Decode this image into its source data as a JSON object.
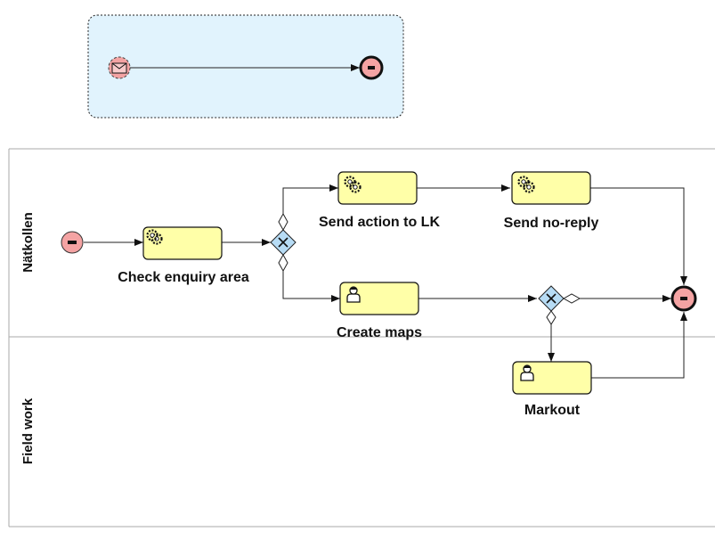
{
  "lanes": [
    {
      "id": "natkollen",
      "label": "Nätkollen"
    },
    {
      "id": "fieldwork",
      "label": "Field work"
    }
  ],
  "tasks": {
    "check_enquiry": {
      "label": "Check enquiry area",
      "type": "service"
    },
    "send_action": {
      "label": "Send action to LK",
      "type": "service"
    },
    "send_noreply": {
      "label": "Send no-reply",
      "type": "service"
    },
    "create_maps": {
      "label": "Create maps",
      "type": "user"
    },
    "markout": {
      "label": "Markout",
      "type": "user"
    }
  },
  "events": {
    "subprocess_start": {
      "type": "message-start"
    },
    "subprocess_end": {
      "type": "end"
    },
    "start": {
      "type": "start"
    },
    "end": {
      "type": "end"
    }
  },
  "gateways": {
    "split": {
      "type": "exclusive"
    },
    "merge": {
      "type": "exclusive"
    }
  },
  "colors": {
    "task_fill": "#ffffa8",
    "gateway_fill": "#b7dcf5",
    "event_fill": "#f4a3a3",
    "subprocess_fill": "#e1f3fd"
  }
}
